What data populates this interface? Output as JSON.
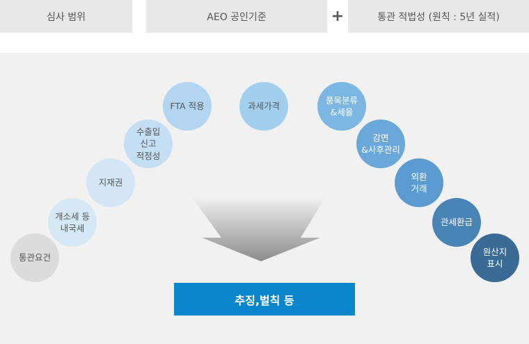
{
  "header": {
    "scope": "심사 범위",
    "aeo": "AEO 공인기준",
    "plus": "+",
    "customs": "통관 적법성 (원칙 : 5년 실적)"
  },
  "left_items": [
    {
      "label": "통관요건",
      "color": "#dcdcdc",
      "text_color": "#555555"
    },
    {
      "label": "개소세 등\n내국세",
      "color": "#d5e8f6",
      "text_color": "#555555"
    },
    {
      "label": "지재권",
      "color": "#d2e6f6",
      "text_color": "#555555"
    },
    {
      "label": "수출입\n신고\n적정성",
      "color": "#c4def4",
      "text_color": "#555555"
    },
    {
      "label": "FTA 적용",
      "color": "#b2d6f1",
      "text_color": "#555555"
    },
    {
      "label": "과세가격",
      "color": "#a3cfef",
      "text_color": "#555555"
    }
  ],
  "right_items": [
    {
      "label": "품목분류\n&세율",
      "color": "#7cb6e2",
      "text_color": "#ffffff"
    },
    {
      "label": "감면\n&사후관리",
      "color": "#6aa8db",
      "text_color": "#ffffff"
    },
    {
      "label": "외환\n거래",
      "color": "#5c9bd2",
      "text_color": "#ffffff"
    },
    {
      "label": "관세환급",
      "color": "#4a83b6",
      "text_color": "#ffffff"
    },
    {
      "label": "원산지\n표시",
      "color": "#3a6a96",
      "text_color": "#ffffff"
    }
  ],
  "result": {
    "label": "추징,벌칙 등",
    "color": "#0a86cd"
  }
}
